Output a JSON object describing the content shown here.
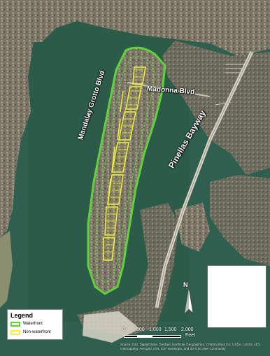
{
  "map": {
    "roads": {
      "madonna": "Madonna Blvd",
      "mandalay": "Mandalay Grotto Blvd",
      "pinellas": "Pinellas Bayway"
    },
    "legend": {
      "title": "Legend",
      "items": [
        {
          "label": "Waterfront",
          "color": "#5fd43a"
        },
        {
          "label": "Non-waterfront",
          "color": "#f2f23a"
        }
      ]
    },
    "north_letter": "N",
    "scale": {
      "ticks": [
        "0",
        "500",
        "1,000",
        "1,500",
        "2,000"
      ],
      "unit": "Feet"
    },
    "credits": "Source: Esri, DigitalGlobe, GeoEye, Earthstar Geographics, CNES/Airbus DS, USDA, USGS, AEX, Getmapping, Aerogrid, IGN, IGP, swisstopo, and the GIS User Community",
    "colors": {
      "water": "#2f5f4f",
      "land": "#6b6a5a",
      "waterfront": "#5fd43a",
      "non_waterfront": "#f2f23a",
      "inset_highlight": "#d9cf6a",
      "inset_marker": "#e01e1e"
    }
  }
}
